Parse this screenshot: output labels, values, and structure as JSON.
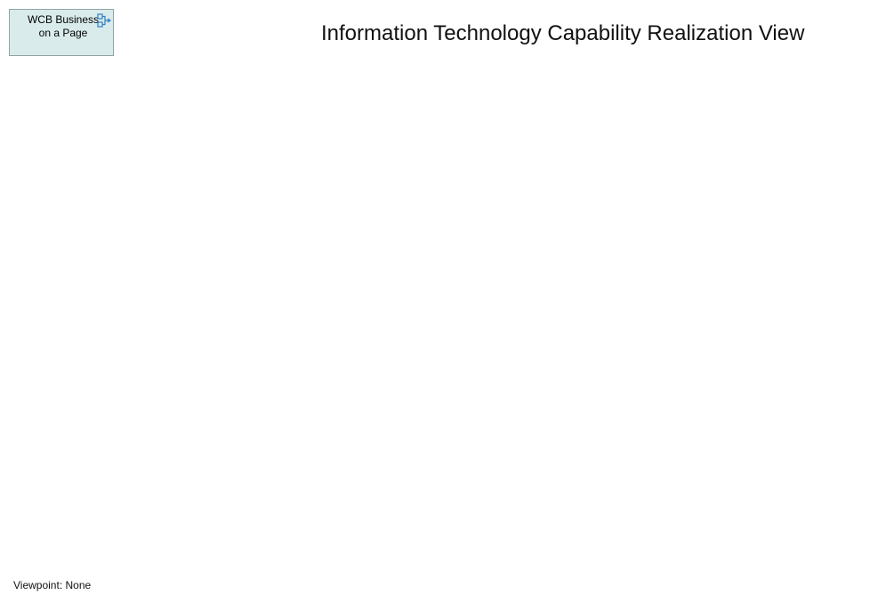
{
  "diagram": {
    "title": "Information Technology Capability Realization View",
    "viewpoint": "Viewpoint: None",
    "elements": [
      {
        "label": "WCB Business\non a Page",
        "type": "diagram-model-reference",
        "icon": "view-reference-icon",
        "fill_color": "#d9ebeb",
        "border_color": "#8fa3a6",
        "icon_color": "#2f7fc1"
      }
    ]
  }
}
